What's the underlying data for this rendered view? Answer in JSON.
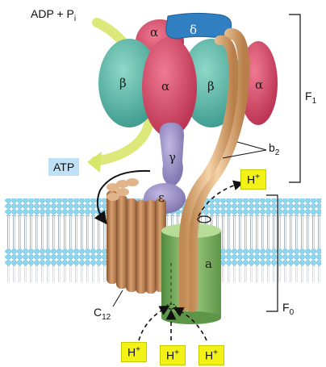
{
  "diagram": {
    "reactants": "ADP + P",
    "reactants_sub": "i",
    "product": "ATP",
    "subunits": {
      "alpha": "α",
      "beta": "β",
      "gamma": "γ",
      "delta": "δ",
      "epsilon": "ε",
      "a": "a"
    },
    "b2_label": "b",
    "b2_sub": "2",
    "c12_label": "C",
    "c12_sub": "12",
    "f1_label": "F",
    "f1_sub": "1",
    "f0_label": "F",
    "f0_sub": "0",
    "proton": "H",
    "proton_sup": "+"
  },
  "colors": {
    "alpha": "#d94a6a",
    "beta": "#57b9a9",
    "delta": "#2f7fc1",
    "gamma_epsilon": "#9a90c6",
    "b_stalk": "#e7b884",
    "c_ring": "#c8875a",
    "a_subunit": "#7cae5c",
    "proton_box": "#f2f217",
    "atp_box": "#bfe0f5",
    "membrane_head": "#8fd6f0",
    "membrane_tail": "#9aa8b4"
  }
}
